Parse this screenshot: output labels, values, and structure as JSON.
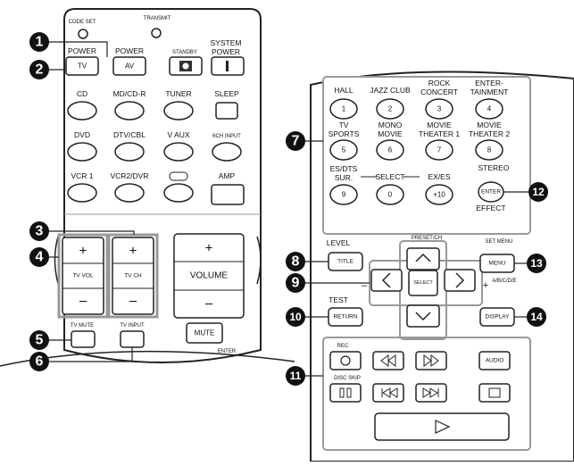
{
  "left": {
    "top_labels": {
      "code_set": "CODE SET",
      "transmit": "TRANSMIT"
    },
    "row1": {
      "tv_header": "POWER",
      "tv_btn": "TV",
      "av_header": "POWER",
      "av_btn": "AV",
      "standby": "STANDBY",
      "sys_top": "SYSTEM",
      "sys_bottom": "POWER"
    },
    "row2": [
      "CD",
      "MD/CD-R",
      "TUNER",
      "SLEEP"
    ],
    "row3": [
      "DVD",
      "DTV/CBL",
      "V AUX",
      "6CH INPUT"
    ],
    "row4": [
      "VCR 1",
      "VCR2/DVR",
      "",
      "AMP"
    ],
    "tv_vol": "TV VOL",
    "tv_ch": "TV CH",
    "volume": "VOLUME",
    "plus": "+",
    "minus": "–",
    "tv_mute": "TV MUTE",
    "tv_input": "TV INPUT",
    "mute": "MUTE",
    "enter_partial": "ENTER"
  },
  "right": {
    "num_rows": [
      [
        {
          "top": "HALL",
          "bot": "",
          "key": "1"
        },
        {
          "top": "JAZZ CLUB",
          "bot": "",
          "key": "2"
        },
        {
          "top": "ROCK",
          "bot": "CONCERT",
          "key": "3"
        },
        {
          "top": "ENTER-",
          "bot": "TAINMENT",
          "key": "4"
        }
      ],
      [
        {
          "top": "TV",
          "bot": "SPORTS",
          "key": "5"
        },
        {
          "top": "MONO",
          "bot": "MOVIE",
          "key": "6"
        },
        {
          "top": "MOVIE",
          "bot": "THEATER 1",
          "key": "7"
        },
        {
          "top": "MOVIE",
          "bot": "THEATER 2",
          "key": "8"
        }
      ]
    ],
    "row3": {
      "dts_top": "ES/DTS",
      "dts_bot": "SUR.",
      "select": "SELECT",
      "ex_es": "EX/ES",
      "k9": "9",
      "k0": "0",
      "k10": "+10"
    },
    "stereo": "STEREO",
    "enter_btn": "ENTER",
    "effect": "EFFECT",
    "level": "LEVEL",
    "title_btn": "TITLE",
    "preset_ch": "PRESET/CH",
    "set_menu": "SET MENU",
    "menu_btn": "MENU",
    "abcde": "A/B/C/D/E",
    "select_btn": "SELECT",
    "minus": "–",
    "plus": "+",
    "test": "TEST",
    "return_btn": "RETURN",
    "display_btn": "DISPLAY",
    "rec": "REC",
    "disc_skip": "DISC SKIP",
    "audio": "AUDIO"
  },
  "callouts": [
    "1",
    "2",
    "3",
    "4",
    "5",
    "6",
    "7",
    "8",
    "9",
    "10",
    "11",
    "12",
    "13",
    "14"
  ]
}
